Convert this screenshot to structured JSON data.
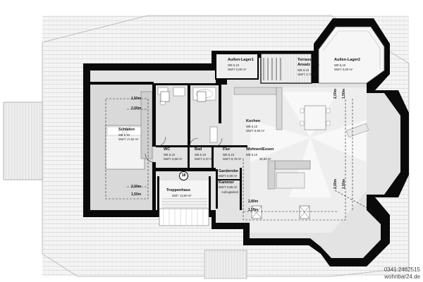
{
  "rooms": {
    "aussen_lager1": {
      "name": "Außen-Lager1",
      "we": "WE 5.10",
      "area": "WoFl: 0,00 m²"
    },
    "terrasse": {
      "name_line1": "Terrasse",
      "name_line2": "Ansatz 50%",
      "we": "WE 5.10",
      "area": "WoFl: 2,73 m²"
    },
    "aussen_lager2": {
      "name": "Außen-Lager2",
      "we": "WE 5.10",
      "area": "WoFl: 0,00 m²"
    },
    "schlafen": {
      "name": "Schlafen",
      "we": "WE 5.10",
      "area": "WoFl: 17,52 m²"
    },
    "kochen": {
      "name": "Kochen",
      "we": "WE 5.10",
      "area": "WoFl: 8,90 m²"
    },
    "wc": {
      "name": "WC",
      "we": "WE 5.10",
      "area": "WoFl: 3,59 m²"
    },
    "bad": {
      "name": "Bad",
      "we": "WE 5.10",
      "area": "WoFl: 4,47 m²"
    },
    "flur": {
      "name": "Flur",
      "we": "WE 5.10",
      "area": "WoFl: 6,75 m²"
    },
    "wohnen": {
      "name": "Wohnen/Essen",
      "we": "WE 5.10",
      "area": "36,93 m²"
    },
    "garderobe": {
      "name": "Garderobe",
      "area": "WoFl: 0,90 m²"
    },
    "kammer": {
      "name": "Kammer",
      "area": "WoFl: 0,90 m²",
      "note": "Aufzugsdeck"
    },
    "treppenhaus": {
      "name": "Treppenhaus",
      "area": "NGF: 13,80 m²"
    }
  },
  "dimensions": {
    "d1": "1,50m",
    "d2": "2,00m",
    "d3": "2,00m",
    "d4": "1,50m",
    "d5": "2,80m",
    "d6": "1,50m",
    "d7": "2,00m",
    "d8": "1,50m",
    "d9": "2,00m",
    "d10": "1,50m"
  },
  "stair_badge": "18",
  "contact": {
    "phone": "0341.2462515",
    "website": "wohnbar24.de"
  },
  "colors": {
    "wall": "#0a0a0a",
    "roof_bg": "#f4f4f4",
    "roof_line": "#d6d6d6",
    "floor": "#e3e3e3",
    "floor_light": "#f0f0f0",
    "terrace": "#ececec"
  }
}
